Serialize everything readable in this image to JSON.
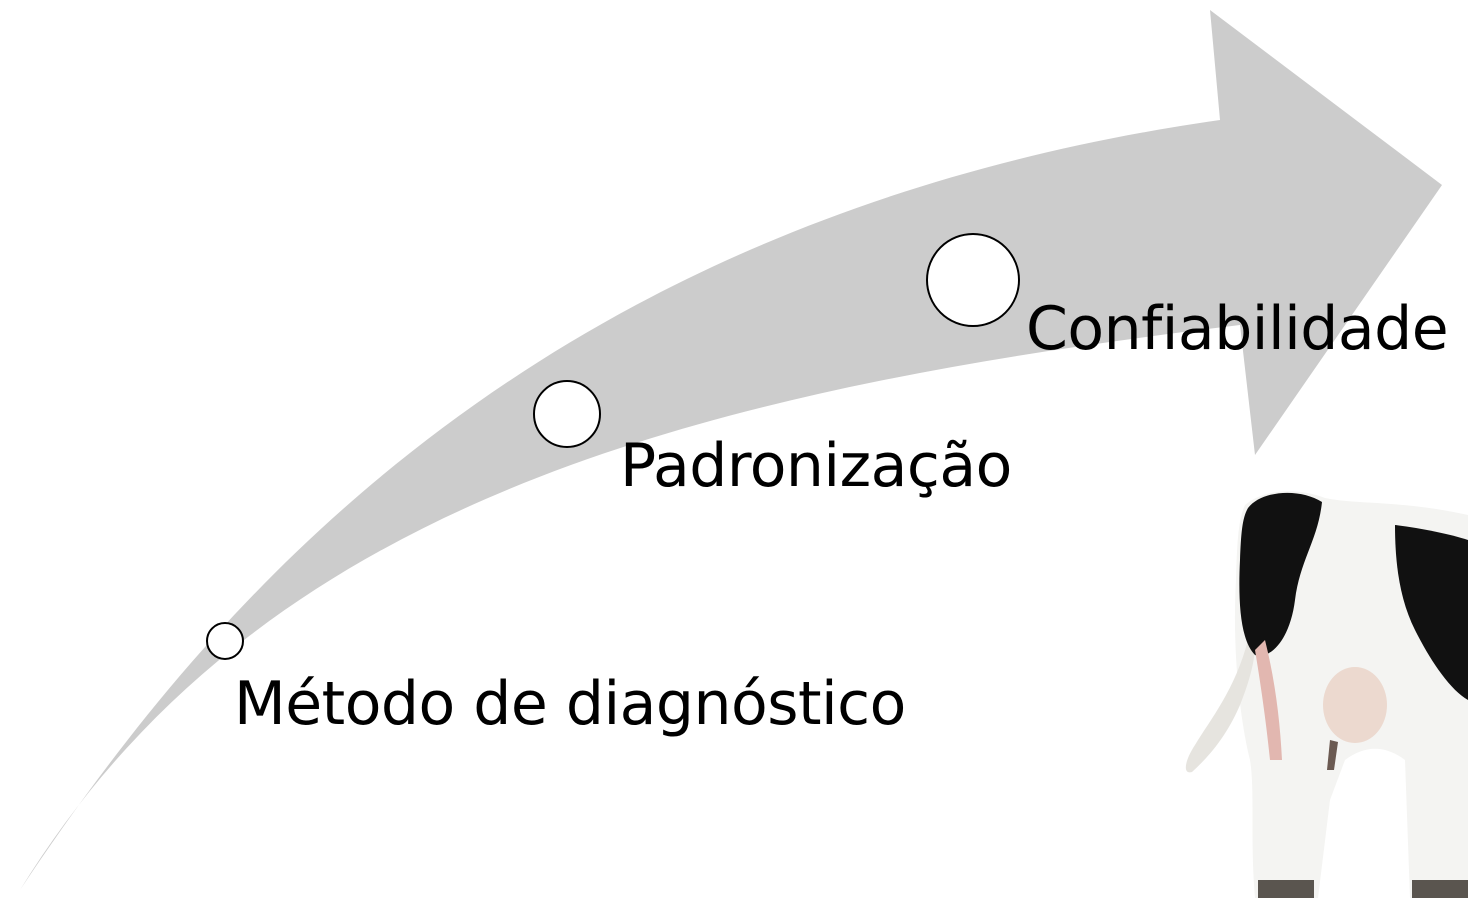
{
  "diagram": {
    "arrow_color": "#cccccc",
    "steps": [
      {
        "label": "Método de diagnóstico"
      },
      {
        "label": "Padronização"
      },
      {
        "label": "Confiabilidade"
      }
    ]
  },
  "illustration": {
    "subject": "holstein-cow-icon",
    "colors": {
      "coat_white": "#f4f4f2",
      "coat_black": "#111111"
    }
  }
}
